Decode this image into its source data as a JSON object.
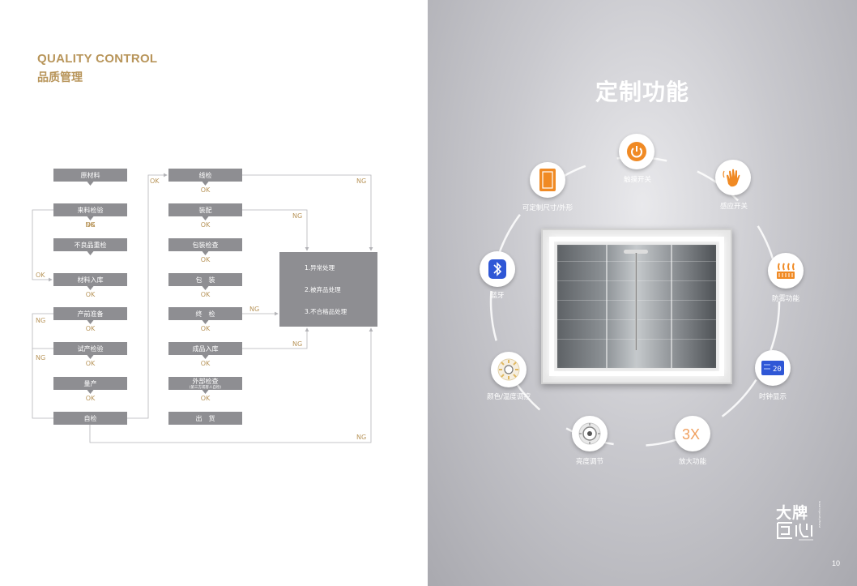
{
  "heading": {
    "en": "QUALITY CONTROL",
    "cn": "品质管理"
  },
  "flow": {
    "col1": [
      "原材料",
      "来料检验",
      "不良品重检",
      "材料入库",
      "产前准备",
      "试产检验",
      "量产",
      "自检"
    ],
    "col2": [
      "线检",
      "装配",
      "包装检查",
      "包　装",
      "终　检",
      "成品入库",
      "外部检查",
      "出　货"
    ],
    "col2_note": "(第三方或客人自检)",
    "ok": "OK",
    "ng": "NG",
    "results": [
      "1.异常处理",
      "2.被弃品处理",
      "3.不合格品处理"
    ]
  },
  "features": {
    "title": "定制功能",
    "items": [
      {
        "label": "触摸开关",
        "icon": "power-icon"
      },
      {
        "label": "感应开关",
        "icon": "hand-wave-icon"
      },
      {
        "label": "防雾功能",
        "icon": "heater-icon"
      },
      {
        "label": "时钟显示",
        "icon": "clock-display-icon"
      },
      {
        "label": "放大功能",
        "icon": "magnify-3x-icon"
      },
      {
        "label": "亮度调节",
        "icon": "brightness-dial-icon"
      },
      {
        "label": "颜色/温度调控",
        "icon": "color-dial-icon"
      },
      {
        "label": "蓝牙",
        "icon": "bluetooth-icon"
      },
      {
        "label": "可定制尺寸/外形",
        "icon": "mirror-shape-icon"
      }
    ],
    "clock_text": "20",
    "magnify_text": "3X"
  },
  "brand": {
    "name": "大牌",
    "mark": "匠心",
    "side_text": "Great Ingenuity Brand"
  },
  "page_number": "10",
  "colors": {
    "gold": "#b8955a",
    "box": "#8e8e92",
    "orange": "#f08a24",
    "bluetooth": "#2f57d6"
  }
}
